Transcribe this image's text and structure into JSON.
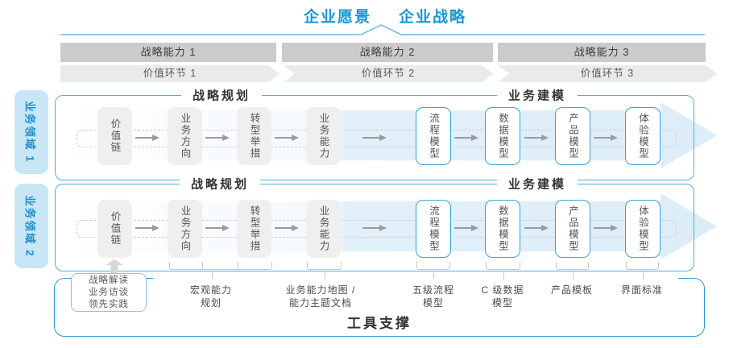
{
  "header": {
    "vision": "企业愿景",
    "strategy": "企业战略"
  },
  "capability_bars": [
    "战略能力 1",
    "战略能力 2",
    "战略能力 3"
  ],
  "value_bars": [
    "价值环节 1",
    "价值环节 2",
    "价值环节 3"
  ],
  "domains": [
    "业务领域 1",
    "业务领域 2"
  ],
  "rows": [
    {
      "planning_title": "战略规划",
      "modeling_title": "业务建模",
      "boxes": [
        "价值链",
        "业务方向",
        "转型举措",
        "业务能力",
        "流程模型",
        "数据模型",
        "产品模型",
        "体验模型"
      ]
    },
    {
      "planning_title": "战略规划",
      "modeling_title": "业务建模",
      "boxes": [
        "价值链",
        "业务方向",
        "转型举措",
        "业务能力",
        "流程模型",
        "数据模型",
        "产品模型",
        "体验模型"
      ]
    }
  ],
  "callouts": {
    "interview": "战略解读\n业务访谈\n领先实践",
    "macro": "宏观能力\n规划",
    "capability_map": "业务能力地图 /\n能力主题文档",
    "process": "五级流程\n模型",
    "data": "C 级数据\n模型",
    "product": "产品模板",
    "ui": "界面标准"
  },
  "footer": {
    "title": "工具支撑"
  },
  "colors": {
    "accent_blue": "#1899D6",
    "panel_border": "#4FAEDC",
    "band_blue": "#DCEDF8",
    "tab_fill": "#C8E6F6",
    "bar_dark_gray": "#CBCBCB",
    "bar_light_gray": "#EAEAEA",
    "node_gray": "#EFEFEF",
    "node_blue_border": "#35A3DB"
  }
}
